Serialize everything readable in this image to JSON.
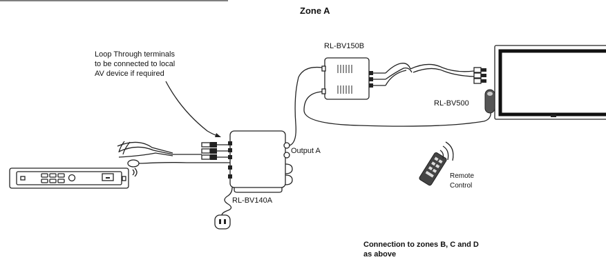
{
  "zone_title": "Zone A",
  "labels": {
    "loop_note_line1": "Loop Through terminals",
    "loop_note_line2": "to be connected to local",
    "loop_note_line3": "AV device if required",
    "receiver": "RL-BV150B",
    "remote_receiver": "RL-BV500",
    "output": "Output A",
    "hub": "RL-BV140A",
    "remote_line1": "Remote",
    "remote_line2": "Control",
    "footer_line1": "Connection to zones B, C and D",
    "footer_line2": "as above"
  },
  "icons": {
    "source_device": "dvd-player-icon",
    "hub": "rl-bv140a-device-icon",
    "receiver": "rl-bv150b-device-icon",
    "tv": "tv-display-icon",
    "ir_eye": "ir-receiver-icon",
    "remote": "remote-control-icon",
    "power": "power-plug-icon"
  }
}
